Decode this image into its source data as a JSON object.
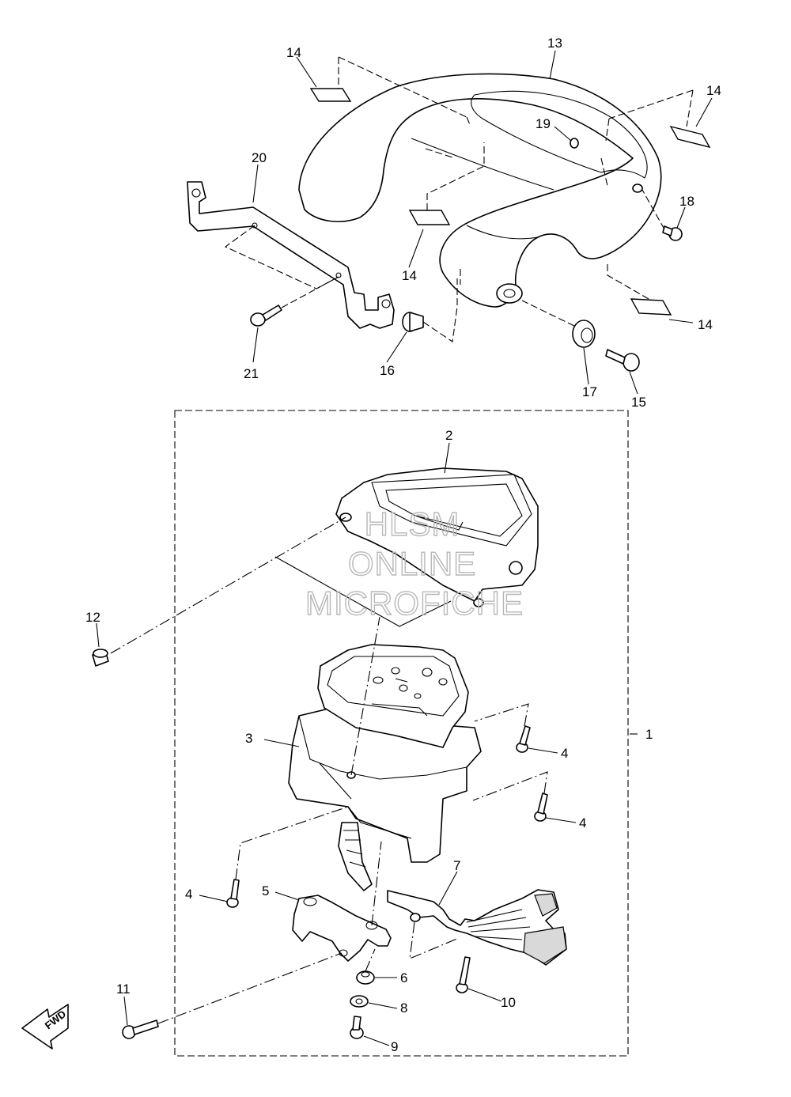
{
  "watermark": {
    "line1": "HLSM",
    "line2": "ONLINE",
    "line3": "MICROFICHE"
  },
  "fwd_label": "FWD",
  "callouts": {
    "c1": "1",
    "c2": "2",
    "c3": "3",
    "c4a": "4",
    "c4b": "4",
    "c4c": "4",
    "c5": "5",
    "c6": "6",
    "c7": "7",
    "c8": "8",
    "c9": "9",
    "c10": "10",
    "c11": "11",
    "c12": "12",
    "c13": "13",
    "c14a": "14",
    "c14b": "14",
    "c14c": "14",
    "c14d": "14",
    "c15": "15",
    "c16": "16",
    "c17": "17",
    "c18": "18",
    "c19": "19",
    "c20": "20",
    "c21": "21"
  }
}
